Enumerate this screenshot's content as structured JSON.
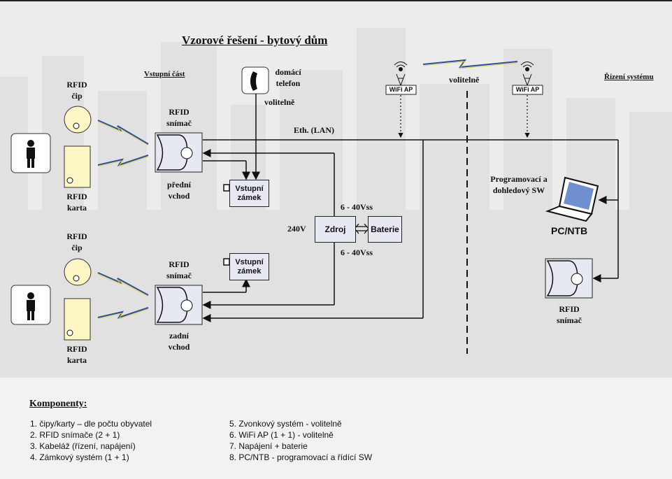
{
  "title": "Vzorové řešení - bytový dům",
  "sections": {
    "entry": "Vstupní část",
    "control": "Řízení systému"
  },
  "labels": {
    "rfid_chip_top": [
      "RFID",
      "čip"
    ],
    "rfid_card_top": [
      "RFID",
      "karta"
    ],
    "rfid_chip_bottom": [
      "RFID",
      "čip"
    ],
    "rfid_card_bottom": [
      "RFID",
      "karta"
    ],
    "reader_top": [
      "RFID",
      "snímač"
    ],
    "reader_bottom": [
      "RFID",
      "snímač"
    ],
    "reader_right": [
      "RFID",
      "snímač"
    ],
    "front_entrance": [
      "přední",
      "vchod"
    ],
    "rear_entrance": [
      "zadní",
      "vchod"
    ],
    "phone": [
      "domácí",
      "telefon"
    ],
    "phone_optional": "volitelně",
    "ethernet": "Eth. (LAN)",
    "wifi_optional": "volitelně",
    "wifi_ap_left": "WiFi AP",
    "wifi_ap_right": "WiFi AP",
    "lock_top": [
      "Vstupní",
      "zámek"
    ],
    "lock_bottom": [
      "Vstupní",
      "zámek"
    ],
    "voltage_in": "240V",
    "voltage_top": "6 - 40Vss",
    "voltage_bottom": "6 - 40Vss",
    "power_supply": "Zdroj",
    "battery": "Baterie",
    "software": [
      "Programovací a",
      "dohledový SW"
    ],
    "pc": "PC/NTB"
  },
  "components": {
    "heading": "Komponenty:",
    "left": [
      "1. čipy/karty – dle počtu obyvatel",
      "2. RFID snímače (2 + 1)",
      "3. Kabeláž (řízení, napájení)",
      "4. Zámkový systém (1 + 1)"
    ],
    "right": [
      "5. Zvonkový systém - volitelně",
      "6. WiFi AP (1 + 1) - volitelně",
      "7. Napájení + baterie",
      "8. PC/NTB - programovací a řídící SW"
    ]
  }
}
